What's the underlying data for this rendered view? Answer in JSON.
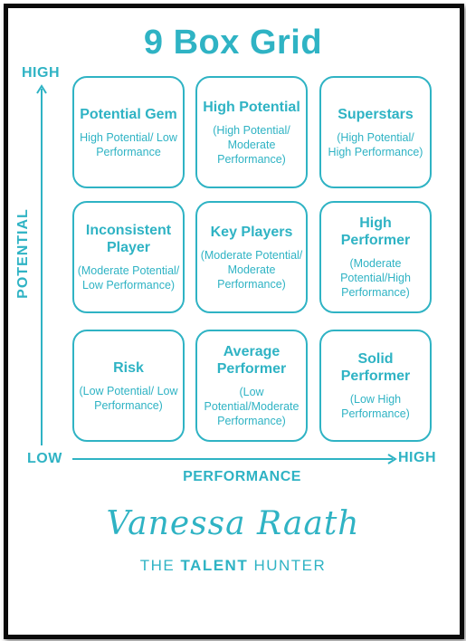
{
  "title": "9 Box Grid",
  "axes": {
    "y_high": "HIGH",
    "y_low": "LOW",
    "x_high": "HIGH",
    "y_label": "POTENTIAL",
    "x_label": "PERFORMANCE"
  },
  "grid": [
    {
      "title": "Potential Gem",
      "desc": "High Potential/ Low Performance"
    },
    {
      "title": "High Potential",
      "desc": "(High Potential/ Moderate Performance)"
    },
    {
      "title": "Superstars",
      "desc": "(High Potential/ High Performance)"
    },
    {
      "title": "Inconsistent Player",
      "desc": "(Moderate Potential/ Low Performance)"
    },
    {
      "title": "Key Players",
      "desc": "(Moderate Potential/ Moderate Performance)"
    },
    {
      "title": "High Performer",
      "desc": "(Moderate Potential/High Performance)"
    },
    {
      "title": "Risk",
      "desc": "(Low Potential/ Low Performance)"
    },
    {
      "title": "Average Performer",
      "desc": "(Low Potential/Moderate Performance)"
    },
    {
      "title": "Solid Performer",
      "desc": "(Low High Performance)"
    }
  ],
  "branding": {
    "signature": "Vanessa Raath",
    "tagline_pre": "THE ",
    "tagline_bold": "TALENT",
    "tagline_post": " HUNTER"
  },
  "colors": {
    "accent": "#2fb3c4",
    "frame": "#0a0a0a"
  }
}
